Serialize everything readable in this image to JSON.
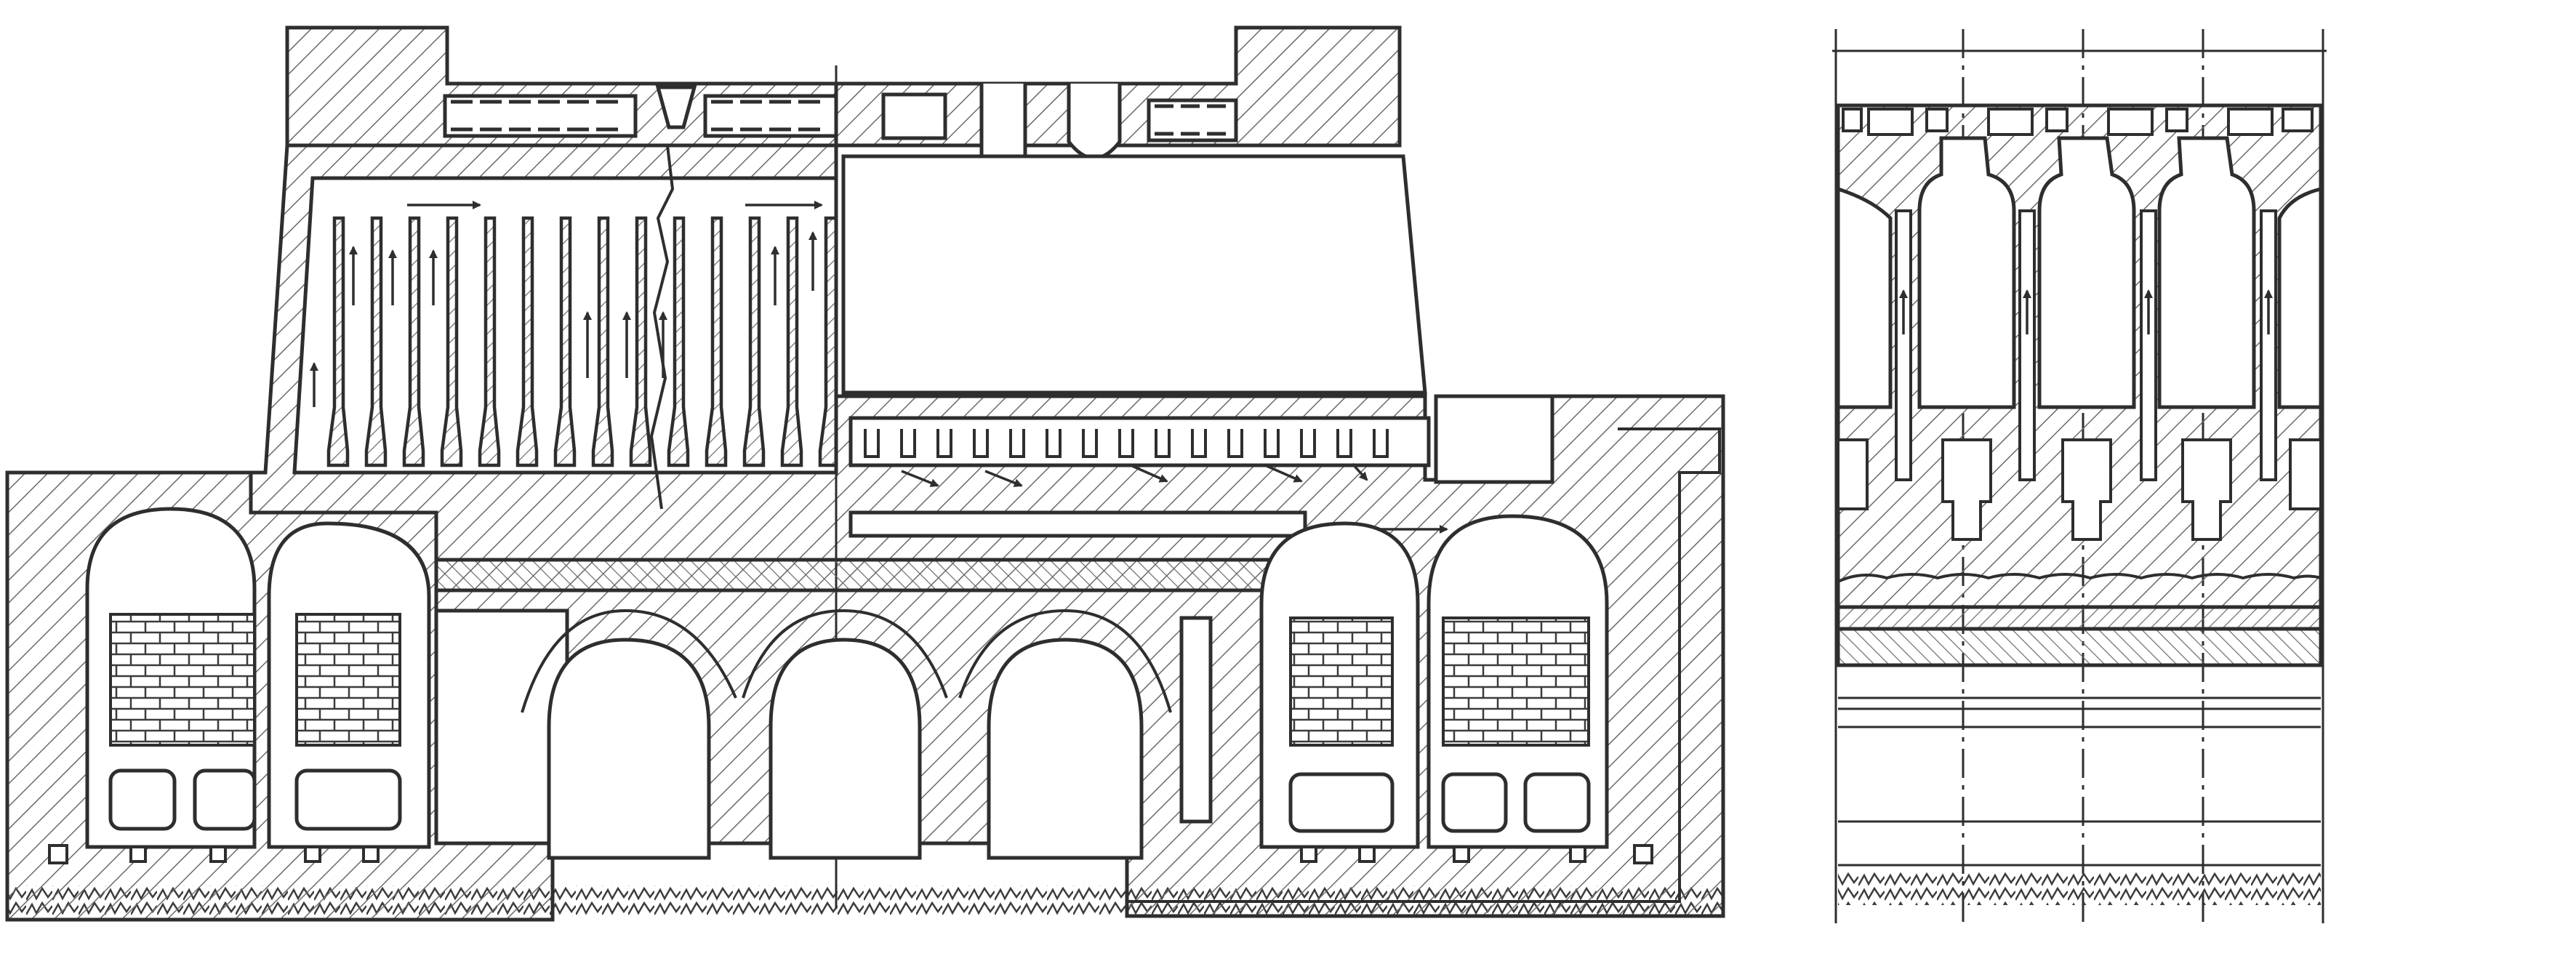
{
  "image": {
    "subject": "",
    "views": [
      "longitudinal-section",
      "cross-section"
    ],
    "colors": {
      "ink": "#2e2e2e",
      "hatch": "#5a5a5a",
      "paper": "#ffffff",
      "brick": "#3c3c3c"
    },
    "flow_arrows": true,
    "hatching": "diagonal",
    "text": []
  }
}
